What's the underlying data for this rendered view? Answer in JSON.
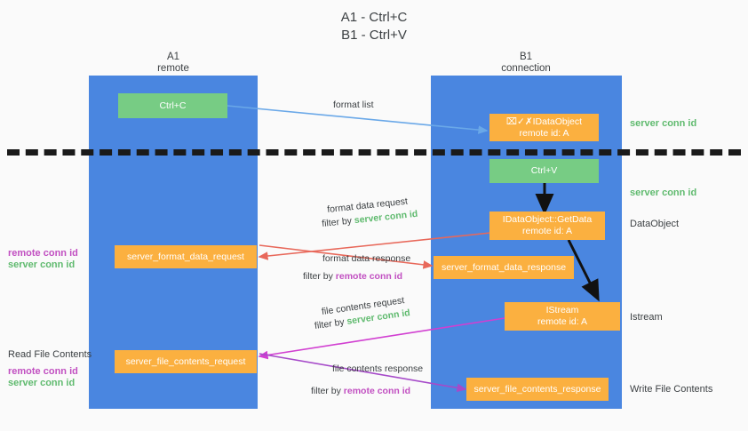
{
  "title": {
    "line1": "A1 - Ctrl+C",
    "line2": "B1 - Ctrl+V"
  },
  "lanes": [
    {
      "id": "a1",
      "name": "A1",
      "role": "remote"
    },
    {
      "id": "b1",
      "name": "B1",
      "role": "connection"
    }
  ],
  "nodes": {
    "ctrl_c": {
      "label": "Ctrl+C"
    },
    "set_clipboard": {
      "line1": "⌧✓✗IDataObject",
      "line2": "remote id: A"
    },
    "ctrl_v": {
      "label": "Ctrl+V"
    },
    "getdata": {
      "line1": "IDataObject::GetData",
      "line2": "remote id: A"
    },
    "istream": {
      "line1": "IStream",
      "line2": "remote id: A"
    },
    "server_format_data_request": {
      "label": "server_format_data_request"
    },
    "server_format_data_response": {
      "label": "server_format_data_response"
    },
    "server_file_contents_request": {
      "label": "server_file_contents_request"
    },
    "server_file_contents_response": {
      "label": "server_file_contents_response"
    }
  },
  "edge_labels": {
    "format_list": "format list",
    "format_data_request": "format data request",
    "format_data_request_filter_prefix": "filter by ",
    "format_data_request_filter_value": "server conn id",
    "format_data_response": "format data response",
    "format_data_response_filter_prefix": "filter by ",
    "format_data_response_filter_value": "remote conn id",
    "file_contents_request": "file contents request",
    "file_contents_request_filter_prefix": "filter by ",
    "file_contents_request_filter_value": "server conn id",
    "file_contents_response": "file contents response",
    "file_contents_response_filter_prefix": "filter by ",
    "file_contents_response_filter_value": "remote conn id"
  },
  "right_annotations": {
    "server_conn_id_top": "server conn id",
    "server_conn_id_mid": "server conn id",
    "dataobject": "DataObject",
    "istream": "Istream",
    "write_file_contents": "Write File Contents"
  },
  "left_annotations": {
    "remote_conn_id_1": "remote conn id",
    "server_conn_id_1": "server conn id",
    "read_file_contents": "Read File Contents",
    "remote_conn_id_2": "remote conn id",
    "server_conn_id_2": "server conn id"
  },
  "colors": {
    "lane": "#4a86e0",
    "green_node": "#77cc84",
    "orange_node": "#fbb040",
    "green_text": "#5fba6e",
    "purple_text": "#c14fc1",
    "arrow_blue": "#6aa8e8",
    "arrow_red": "#e8685a",
    "arrow_magenta": "#d13fd1",
    "arrow_purple": "#a64ac9",
    "arrow_black": "#111111",
    "background": "#fafafa"
  }
}
